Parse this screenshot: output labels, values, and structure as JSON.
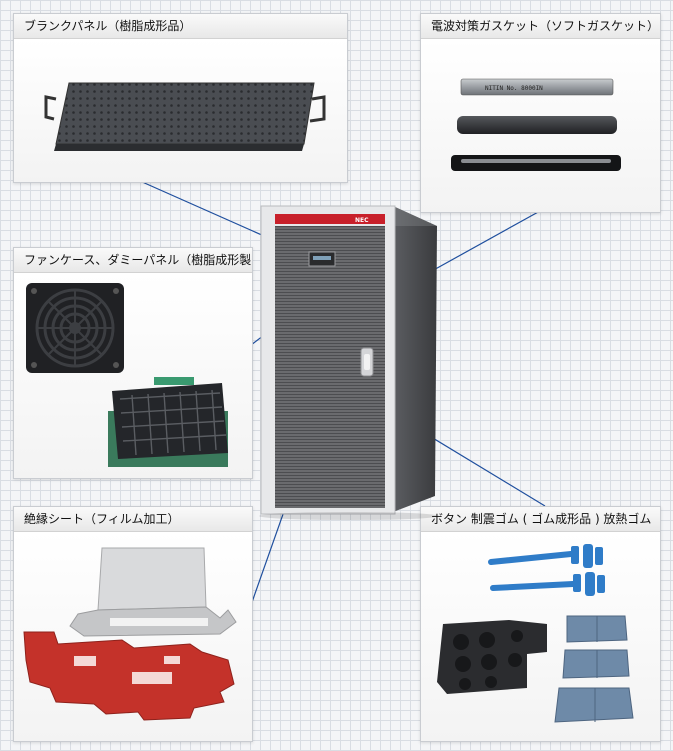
{
  "panels": {
    "blank_panel": {
      "title": "ブランクパネル（樹脂成形品）"
    },
    "emi_gasket": {
      "title": "電波対策ガスケット（ソフトガスケット）",
      "gasket_label": "NITIN  No. 8000IN"
    },
    "fan_case": {
      "title": "ファンケース、ダミーパネル（樹脂成形製品）"
    },
    "insulation_sheet": {
      "title": "絶縁シート（フィルム加工）"
    },
    "button_rubber": {
      "title": "ボタン  制震ゴム ( ゴム成形品 ) 放熱ゴム"
    }
  },
  "server": {
    "brand": "NEC"
  },
  "colors": {
    "connector_line": "#1f4f9e",
    "server_red_band": "#c8202a",
    "insulation_red": "#c4322a",
    "rubber_blue": "#2f7cc8",
    "thermal_pad": "#6e8aa8"
  }
}
